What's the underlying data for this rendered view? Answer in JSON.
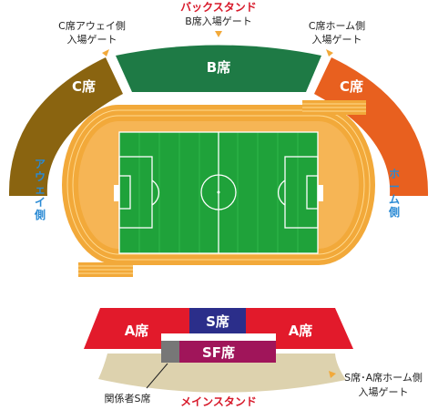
{
  "labels": {
    "back_stand": "バックスタンド",
    "main_stand": "メインスタンド",
    "away_side": "アウェイ側",
    "home_side": "ホーム側",
    "gate_b": [
      "B席入場ゲート"
    ],
    "gate_c_away": [
      "C席アウェイ側",
      "入場ゲート"
    ],
    "gate_c_home": [
      "C席ホーム側",
      "入場ゲート"
    ],
    "gate_s_a_home": [
      "S席･A席ホーム側",
      "入場ゲート"
    ],
    "staff_s_seat": "関係者S席"
  },
  "seats": {
    "b": "B席",
    "c_left": "C席",
    "c_right": "C席",
    "a_left": "A席",
    "a_right": "A席",
    "s": "S席",
    "sf": "SF席"
  },
  "colors": {
    "b_seat": "#1e7a45",
    "c_away": "#8a6410",
    "c_home": "#e8601f",
    "a_seat": "#e21a2b",
    "s_seat": "#2b2e8a",
    "sf_seat": "#a0155a",
    "staff_seat": "#777777",
    "main_walkway": "#ddd2ae",
    "track": "#f2a93a",
    "pitch": "#1fa23a",
    "gate_marker": "#f2a93a",
    "accent_red": "#d7192a",
    "accent_blue": "#2a8ad4"
  }
}
